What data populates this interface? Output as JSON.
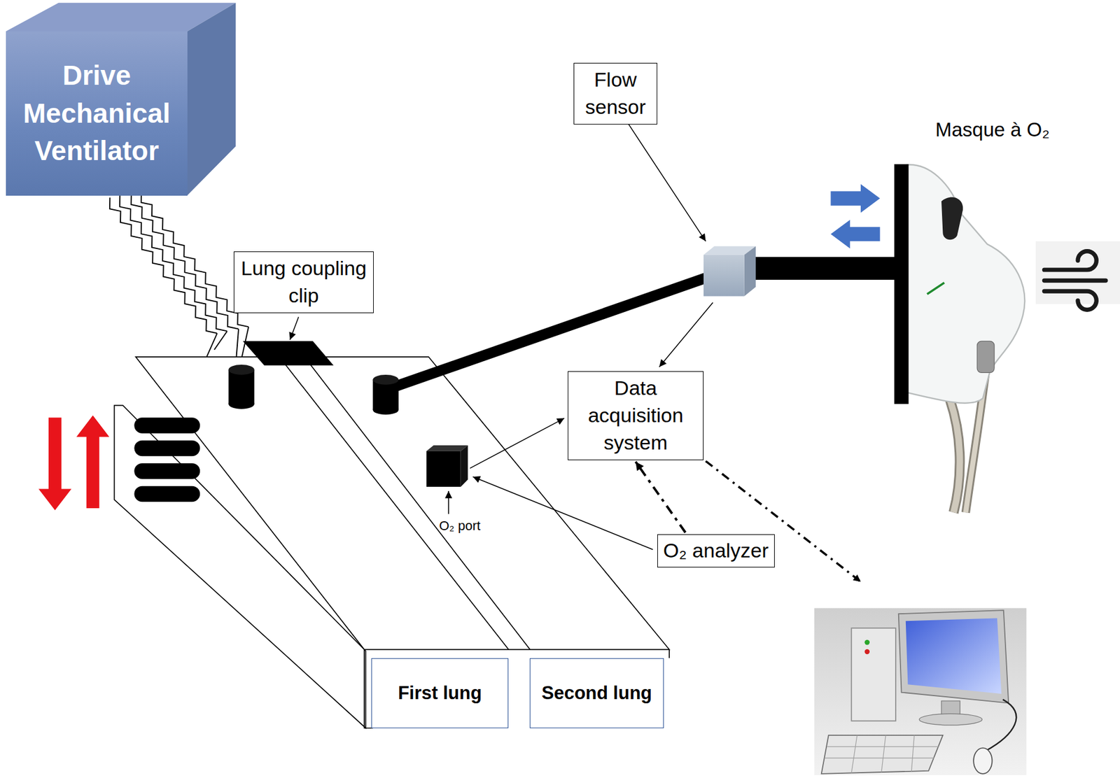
{
  "diagram": {
    "nodes": [
      {
        "text": [
          "Drive Mechanical Ventilator"
        ]
      },
      {
        "text": [
          "Flow sensor"
        ]
      },
      {
        "text": [
          "Lung coupling clip"
        ]
      },
      {
        "text": [
          "Data acquisition system"
        ]
      },
      {
        "text": [
          "O₂ analyzer"
        ]
      },
      {
        "text": [
          "First lung"
        ]
      },
      {
        "text": [
          "Second lung"
        ]
      }
    ],
    "edges": [
      {
        "from": 4,
        "to": 3,
        "arrow": "to"
      }
    ],
    "labels": [
      "Masque à O₂",
      "O₂ port"
    ]
  }
}
